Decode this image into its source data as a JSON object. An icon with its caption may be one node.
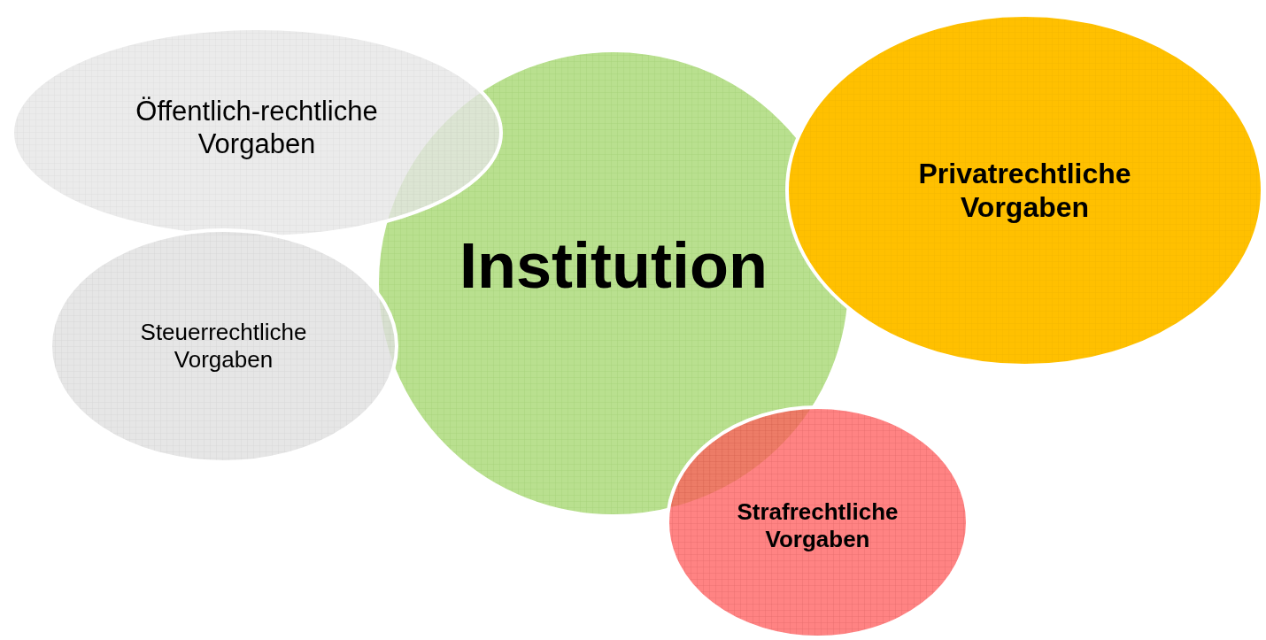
{
  "diagram": {
    "nodes": [
      {
        "text": [
          "Öffentlich-rechtliche Vorgaben"
        ]
      },
      {
        "text": [
          "Institution"
        ]
      },
      {
        "text": [
          "Privatrechtliche Vorgaben"
        ]
      },
      {
        "text": [
          "Steuerrechtliche Vorgaben"
        ]
      },
      {
        "text": [
          "Strafrechtliche Vorgaben"
        ]
      }
    ]
  }
}
